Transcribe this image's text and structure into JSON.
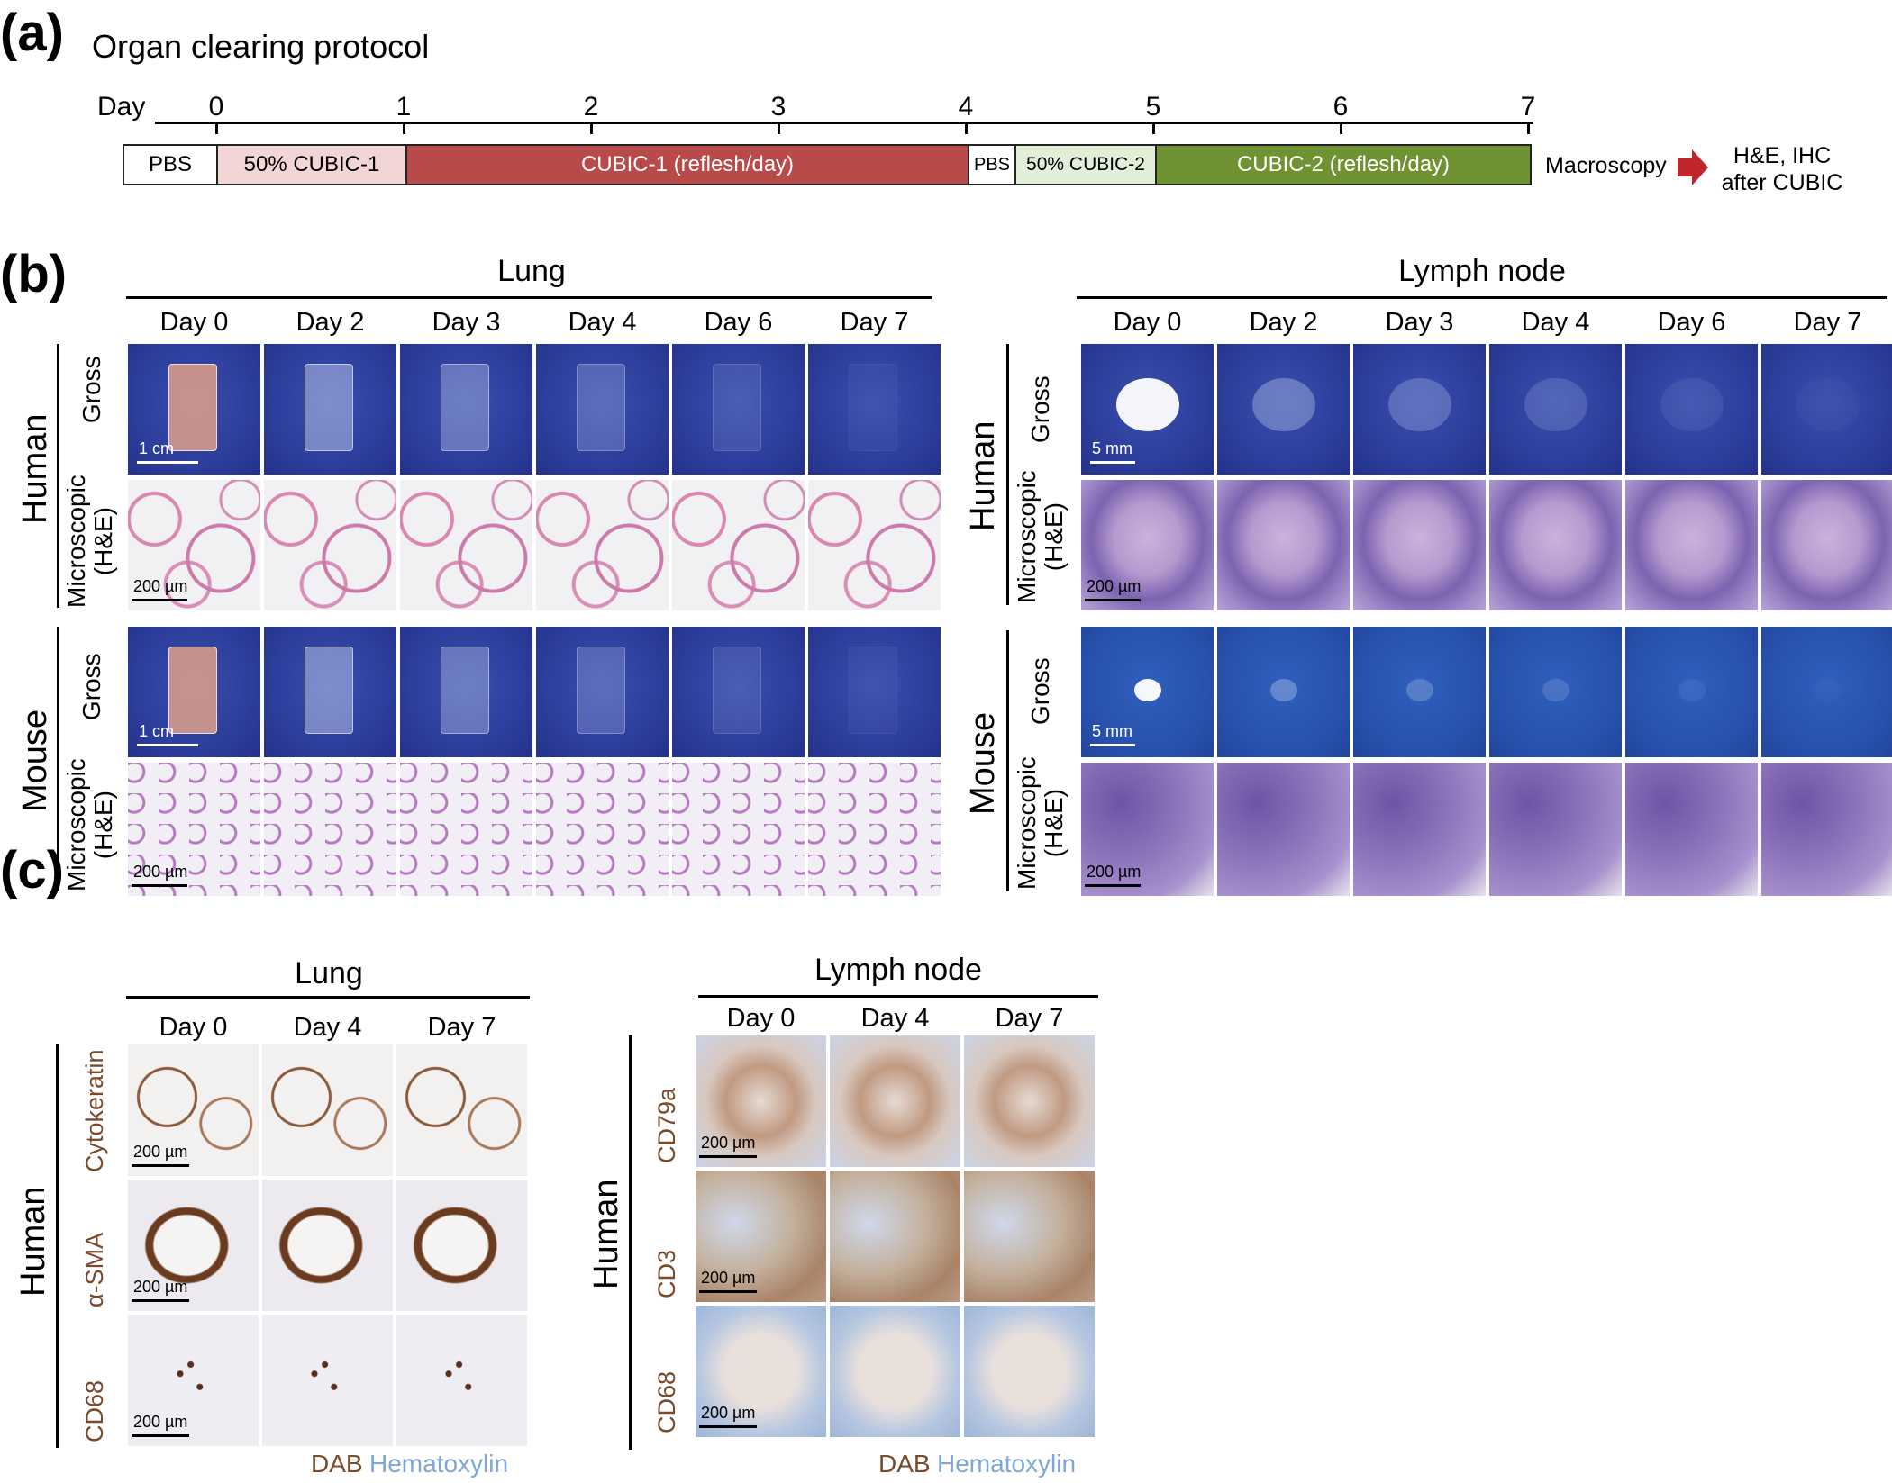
{
  "panel_a": {
    "label": "(a)",
    "title": "Organ clearing protocol",
    "axis_label": "Day",
    "days": [
      "0",
      "1",
      "2",
      "3",
      "4",
      "5",
      "6",
      "7"
    ],
    "segments": [
      {
        "label": "PBS",
        "color": "#ffffff"
      },
      {
        "label": "50% CUBIC-1",
        "color": "#f2d6d6"
      },
      {
        "label": "CUBIC-1 (reflesh/day)",
        "color": "#b94a4a"
      },
      {
        "label": "PBS",
        "color": "#ffffff"
      },
      {
        "label": "50% CUBIC-2",
        "color": "#e2efd8"
      },
      {
        "label": "CUBIC-2 (reflesh/day)",
        "color": "#6f9232"
      }
    ],
    "macroscopy": "Macroscopy",
    "after_line1": "H&E, IHC",
    "after_line2": "after CUBIC",
    "arrow_color": "#c0272d"
  },
  "panel_b": {
    "label": "(b)",
    "groups": [
      {
        "title": "Lung",
        "columns": [
          "Day 0",
          "Day 2",
          "Day 3",
          "Day 4",
          "Day 6",
          "Day 7"
        ]
      },
      {
        "title": "Lymph node",
        "columns": [
          "Day 0",
          "Day 2",
          "Day 3",
          "Day 4",
          "Day 6",
          "Day 7"
        ]
      }
    ],
    "species": [
      "Human",
      "Mouse"
    ],
    "row_gross": "Gross",
    "row_micro_1": "Microscopic",
    "row_micro_2": "(H&E)",
    "scale_lung_gross": "1 cm",
    "scale_ln_gross": "5 mm",
    "scale_micro": "200 µm"
  },
  "panel_c": {
    "label": "(c)",
    "groups": [
      {
        "title": "Lung",
        "columns": [
          "Day 0",
          "Day 4",
          "Day 7"
        ],
        "markers": [
          "Cytokeratin",
          "α-SMA",
          "CD68"
        ]
      },
      {
        "title": "Lymph node",
        "columns": [
          "Day 0",
          "Day 4",
          "Day 7"
        ],
        "markers": [
          "CD79a",
          "CD3",
          "CD68"
        ]
      }
    ],
    "species": "Human",
    "scale": "200 µm",
    "legend_dab": "DAB",
    "legend_hem": "Hematoxylin",
    "dab_color": "#7a4a2a",
    "hem_color": "#7fa6d6"
  }
}
